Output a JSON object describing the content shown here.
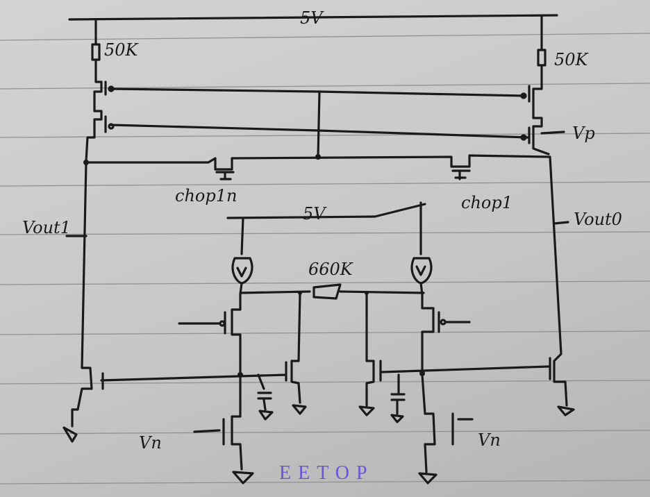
{
  "labels": {
    "supply_top": "5V",
    "res_left": "50K",
    "res_right": "50K",
    "vp": "Vp",
    "chop1n": "chop1n",
    "chop1": "chop1",
    "vout1": "Vout1",
    "vout0": "Vout0",
    "supply_inner": "5V",
    "res_mid": "660K",
    "vn_left": "Vn",
    "vn_right": "Vn"
  },
  "watermark": "EETOP"
}
